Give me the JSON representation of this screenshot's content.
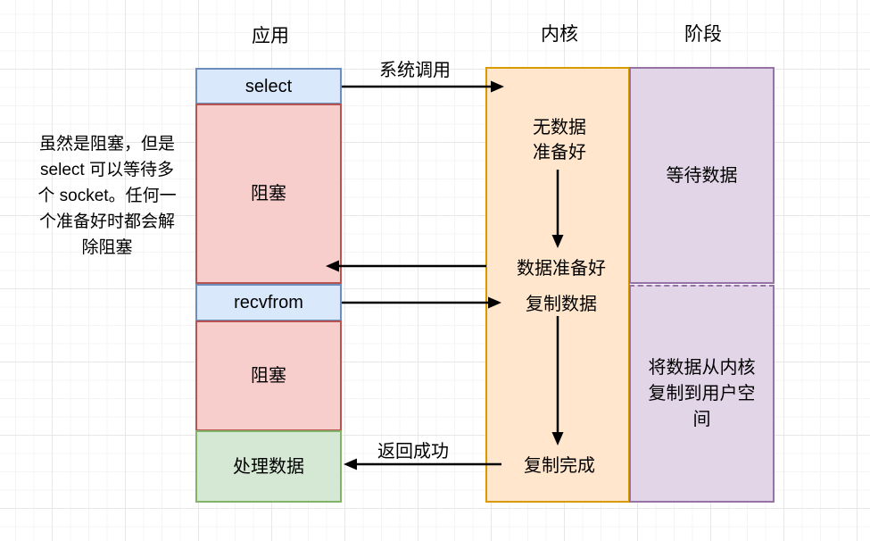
{
  "headers": {
    "app": "应用",
    "kernel": "内核",
    "stage": "阶段"
  },
  "note": "虽然是阻塞，但是\nselect 可以等待多\n个 socket。任何一\n个准备好时都会解\n除阻塞",
  "app_column": {
    "select_label": "select",
    "block1_label": "阻塞",
    "recvfrom_label": "recvfrom",
    "block2_label": "阻塞",
    "process_label": "处理数据"
  },
  "kernel_column": {
    "no_data_ready": "无数据\n准备好",
    "data_ready": "数据准备好",
    "copy_data": "复制数据",
    "copy_done": "复制完成"
  },
  "stage_column": {
    "wait_data": "等待数据",
    "copy_to_user": "将数据从内核\n复制到用户空\n间"
  },
  "arrow_labels": {
    "syscall": "系统调用",
    "return_success": "返回成功"
  },
  "colors": {
    "blue_fill": "#dae8fc",
    "blue_stroke": "#6c8ebf",
    "red_fill": "#f8cecc",
    "red_stroke": "#b85450",
    "orange_fill": "#ffe6cc",
    "orange_stroke": "#d79b00",
    "purple_fill": "#e1d5e7",
    "purple_stroke": "#9673a6",
    "green_fill": "#d5e8d4",
    "green_stroke": "#82b366",
    "arrow": "#000000",
    "text": "#000000"
  }
}
